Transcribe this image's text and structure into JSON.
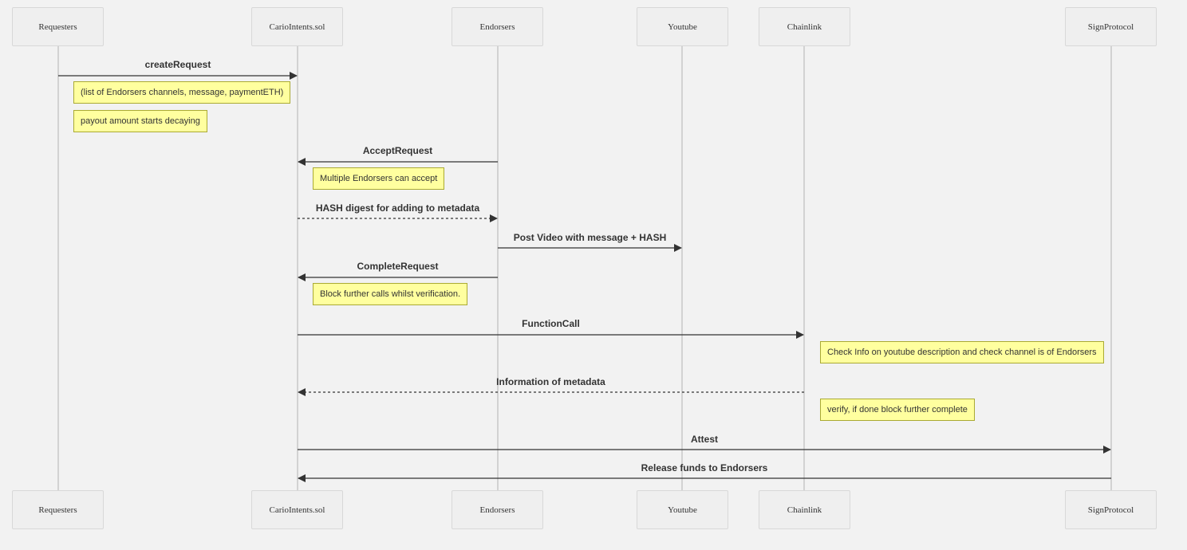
{
  "participants": [
    {
      "id": "requesters",
      "label": "Requesters"
    },
    {
      "id": "cario",
      "label": "CarioIntents.sol"
    },
    {
      "id": "endorsers",
      "label": "Endorsers"
    },
    {
      "id": "youtube",
      "label": "Youtube"
    },
    {
      "id": "chainlink",
      "label": "Chainlink"
    },
    {
      "id": "sign",
      "label": "SignProtocol"
    }
  ],
  "messages": [
    {
      "label": "createRequest",
      "from": "requesters",
      "to": "cario",
      "style": "solid"
    },
    {
      "label": "AcceptRequest",
      "from": "endorsers",
      "to": "cario",
      "style": "solid"
    },
    {
      "label": "HASH digest for adding to metadata",
      "from": "cario",
      "to": "endorsers",
      "style": "dashed"
    },
    {
      "label": "Post Video with message + HASH",
      "from": "endorsers",
      "to": "youtube",
      "style": "solid"
    },
    {
      "label": "CompleteRequest",
      "from": "endorsers",
      "to": "cario",
      "style": "solid"
    },
    {
      "label": "FunctionCall",
      "from": "cario",
      "to": "chainlink",
      "style": "solid"
    },
    {
      "label": "Information of metadata",
      "from": "chainlink",
      "to": "cario",
      "style": "dashed"
    },
    {
      "label": "Attest",
      "from": "cario",
      "to": "sign",
      "style": "solid"
    },
    {
      "label": "Release funds to Endorsers",
      "from": "sign",
      "to": "cario",
      "style": "solid"
    }
  ],
  "notes": [
    {
      "text": "(list of Endorsers channels, message, paymentETH)",
      "over": "requesters"
    },
    {
      "text": "payout amount starts decaying",
      "over": "requesters"
    },
    {
      "text": "Multiple Endorsers can accept",
      "over": "cario"
    },
    {
      "text": "Block further calls whilst verification.",
      "over": "cario"
    },
    {
      "text": "Check Info on youtube description and check channel is of Endorsers",
      "over": "chainlink"
    },
    {
      "text": "verify, if done block further complete",
      "over": "chainlink"
    }
  ]
}
